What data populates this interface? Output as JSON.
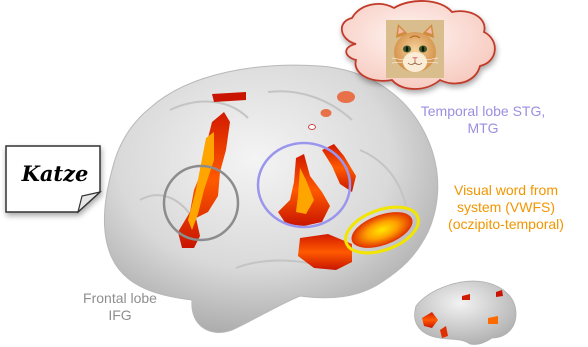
{
  "note_card": {
    "word": "Katze"
  },
  "thought_bubble": {
    "image": "cat-photo"
  },
  "labels": {
    "temporal": {
      "line1": "Temporal lobe STG,",
      "line2": "MTG",
      "color": "#9a8fe0"
    },
    "vwfs": {
      "line1": "Visual word from",
      "line2": "system (VWFS)",
      "line3": "(oczipito-temporal)",
      "color": "#f29500"
    },
    "frontal": {
      "line1": "Frontal lobe",
      "line2": "IFG",
      "color": "#8f8f8f"
    }
  },
  "region_circles": {
    "frontal": "#8c8c8c",
    "temporal": "#9a96ee",
    "vwfs": "#f2e600"
  }
}
